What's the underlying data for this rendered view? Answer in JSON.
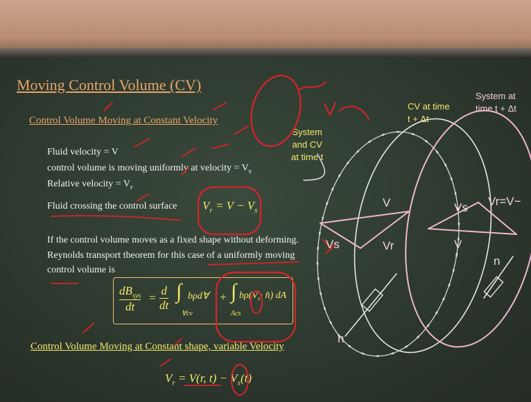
{
  "title": "Moving Control Volume (CV)",
  "subtitle": "Control Volume Moving at Constant Velocity",
  "lines": {
    "l1": "Fluid velocity = V",
    "l2a": "control volume is moving uniformly at velocity = V",
    "l2s": "s",
    "l3a": "Relative velocity = V",
    "l3s": "r",
    "l4": "Fluid crossing the control surface",
    "l5": "If the control volume moves as a fixed shape without deforming.",
    "l6": "Reynolds transport theorem for this case of a uniformly moving",
    "l7": "control volume is"
  },
  "eq1": {
    "lhs": "V",
    "sub": "r",
    "rhs": "= V − V",
    "rsub": "s"
  },
  "rtt": {
    "dB": "dB",
    "sys": "sys",
    "dt": "dt",
    "d": "d",
    "dt2": "dt",
    "int1": "bρd∀",
    "plus": "+",
    "int2": "bρ(V",
    "int2sub": "r",
    "dot": "· n̂) dA",
    "cv": "∀cv",
    "cs": "Acs"
  },
  "subtitle2": "Control Volume Moving at Constant shape, variable Velocity",
  "eq2": {
    "lhs": "V",
    "sub": "r",
    "mid": "= V(r, t) − V",
    "rsub": "s",
    "end": "(t)"
  },
  "diagram": {
    "sys_cv_label": [
      "System",
      "and CV",
      "at time t"
    ],
    "cv_label": [
      "CV at time",
      "t + Δt"
    ],
    "sys_label": [
      "System at",
      "time t + Δt"
    ]
  },
  "colors": {
    "board": "#2e3a2e",
    "orange": "#e8a56a",
    "yellow": "#f4e86a",
    "pink": "#f2cfe0",
    "red": "#d8232a"
  }
}
